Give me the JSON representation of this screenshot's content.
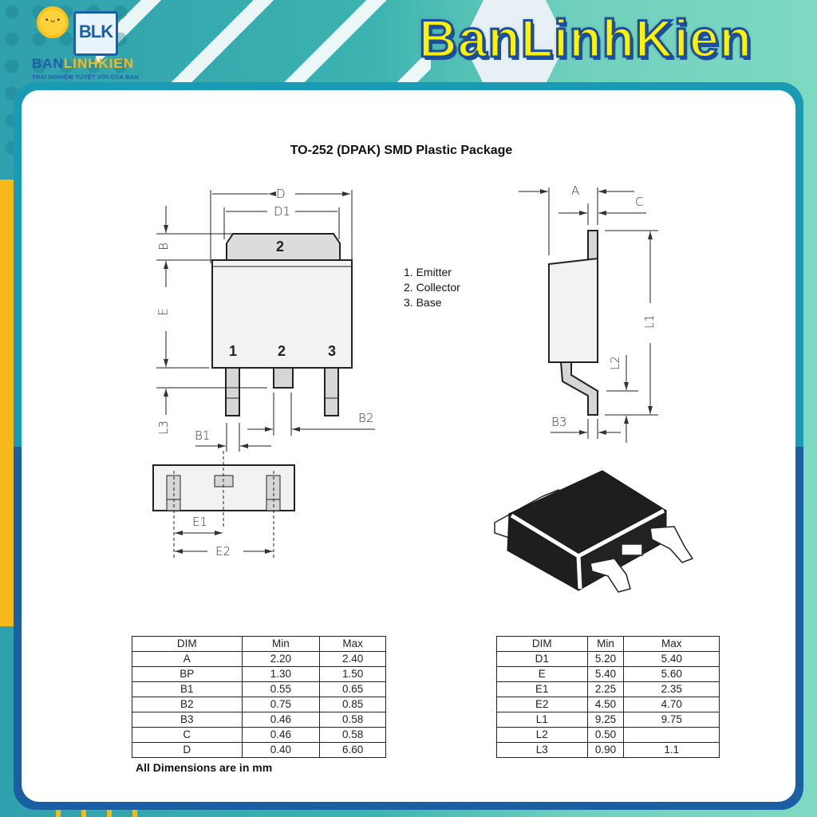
{
  "branding": {
    "logo_mark": "BLK",
    "logo_name_part1": "BAN",
    "logo_name_part2": "LINHKIEN",
    "logo_slogan": "TRẢI NGHIỆM TUYỆT VỜI CỦA BẠN",
    "brand_title": "BanLinhKien",
    "sun_face": "• ᴗ •"
  },
  "diagram": {
    "title": "TO-252 (DPAK)  SMD Plastic Package",
    "front_view": {
      "tab_label": "2",
      "pin_labels": [
        "1",
        "2",
        "3"
      ],
      "dim_labels": {
        "D": "D",
        "D1": "D1",
        "B": "B",
        "E": "E",
        "L3": "L3",
        "B1": "B1",
        "B2": "B2"
      }
    },
    "bottom_view": {
      "dim_labels": {
        "E1": "E1",
        "E2": "E2"
      }
    },
    "side_view": {
      "dim_labels": {
        "A": "A",
        "C": "C",
        "L1": "L1",
        "L2": "L2",
        "B3": "B3"
      }
    },
    "pin_legend": [
      "1. Emitter",
      "2. Collector",
      "3. Base"
    ]
  },
  "tables": {
    "left": {
      "headers": [
        "DIM",
        "Min",
        "Max"
      ],
      "rows": [
        [
          "A",
          "2.20",
          "2.40"
        ],
        [
          "BP",
          "1.30",
          "1.50"
        ],
        [
          "B1",
          "0.55",
          "0.65"
        ],
        [
          "B2",
          "0.75",
          "0.85"
        ],
        [
          "B3",
          "0.46",
          "0.58"
        ],
        [
          "C",
          "0.46",
          "0.58"
        ],
        [
          "D",
          "0.40",
          "6.60"
        ]
      ]
    },
    "right": {
      "headers": [
        "DIM",
        "Min",
        "Max"
      ],
      "rows": [
        [
          "D1",
          "5.20",
          "5.40"
        ],
        [
          "E",
          "5.40",
          "5.60"
        ],
        [
          "E1",
          "2.25",
          "2.35"
        ],
        [
          "E2",
          "4.50",
          "4.70"
        ],
        [
          "L1",
          "9.25",
          "9.75"
        ],
        [
          "L2",
          "0.50",
          ""
        ],
        [
          "L3",
          "0.90",
          "1.1"
        ]
      ]
    },
    "note": "All Dimensions are in mm"
  }
}
